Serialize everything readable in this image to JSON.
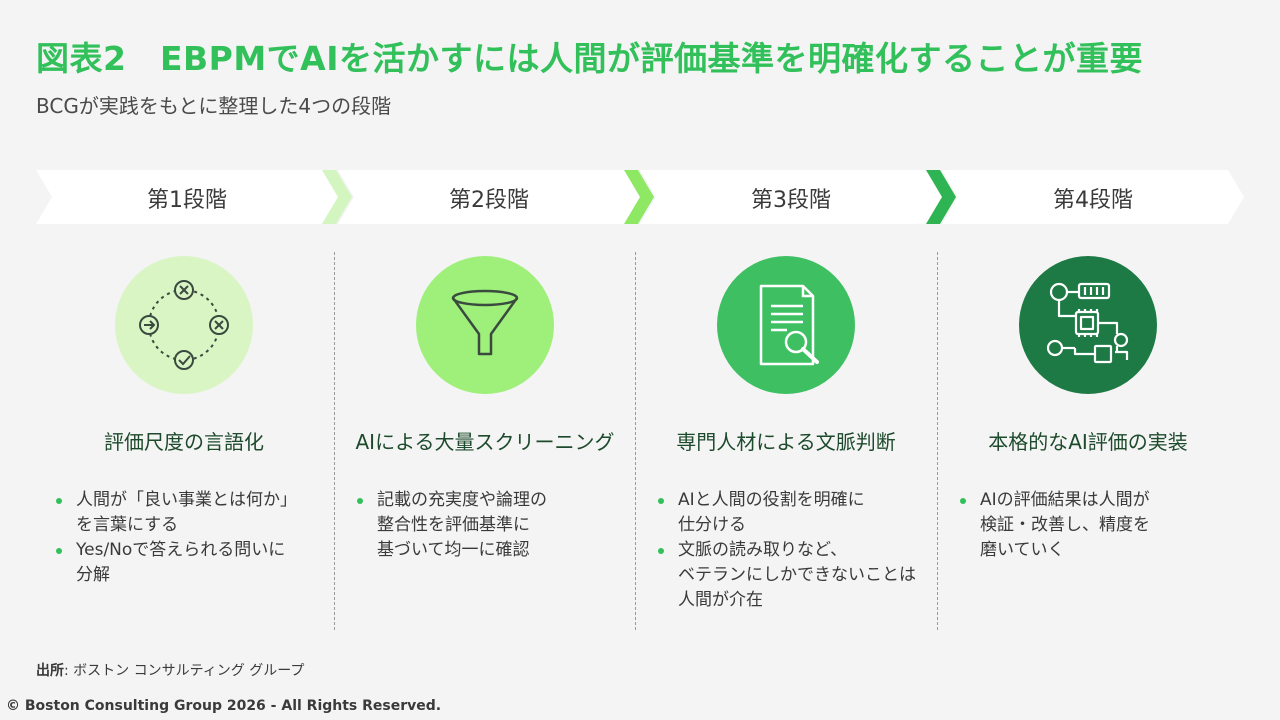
{
  "header": {
    "title": "図表2　EBPMでAIを活かすには人間が評価基準を明確化することが重要",
    "subtitle": "BCGが実践をもとに整理した4つの段階"
  },
  "colors": {
    "accent": "#32c05a",
    "stage1": "#d9f5c4",
    "stage2": "#9ef07a",
    "stage3": "#3ec062",
    "stage4": "#1d7a44",
    "chevron_fill": "#ffffff",
    "chevron_sep1": "#d3f5c0",
    "chevron_sep2": "#8ee864",
    "chevron_sep3": "#2fb453"
  },
  "stages": [
    {
      "step": "第1段階",
      "icon": "process-cycle-icon",
      "title": "評価尺度の言語化",
      "bullets": [
        "人間が「良い事業とは何か」\nを言葉にする",
        "Yes/Noで答えられる問いに\n分解"
      ]
    },
    {
      "step": "第2段階",
      "icon": "funnel-icon",
      "title": "AIによる大量スクリーニング",
      "bullets": [
        "記載の充実度や論理の\n整合性を評価基準に\n基づいて均一に確認"
      ]
    },
    {
      "step": "第3段階",
      "icon": "document-search-icon",
      "title": "専門人材による文脈判断",
      "bullets": [
        "AIと人間の役割を明確に\n仕分ける",
        "文脈の読み取りなど、\nベテランにしかできないことは\n人間が介在"
      ]
    },
    {
      "step": "第4段階",
      "icon": "circuit-chip-icon",
      "title": "本格的なAI評価の実装",
      "bullets": [
        "AIの評価結果は人間が\n検証・改善し、精度を\n磨いていく"
      ]
    }
  ],
  "footer": {
    "source_label": "出所",
    "source_text": ": ボストン コンサルティング グループ",
    "copyright": "© Boston Consulting Group 2026 - All Rights Reserved."
  }
}
